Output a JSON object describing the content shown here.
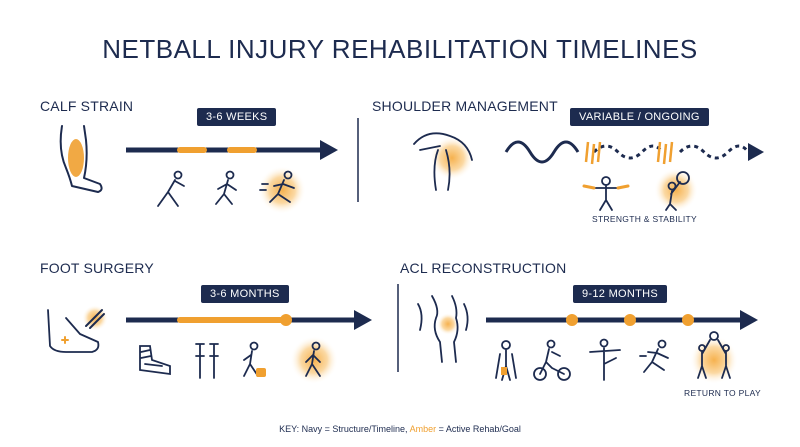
{
  "title": "NETBALL INJURY REHABILITATION TIMELINES",
  "colors": {
    "navy": "#1d2b4f",
    "amber": "#f0a030",
    "amber_glow": "#fbd9a4"
  },
  "sections": {
    "calf": {
      "title": "CALF STRAIN",
      "duration": "3-6 WEEKS",
      "icons": [
        "calf-leg-icon",
        "stretching-figure-icon",
        "running-figure-icon",
        "sprinting-figure-icon"
      ]
    },
    "shoulder": {
      "title": "SHOULDER MANAGEMENT",
      "duration": "VARIABLE / ONGOING",
      "caption": "STRENGTH & STABILITY",
      "icons": [
        "shoulder-joint-icon",
        "resistance-band-figure-icon",
        "ball-throwing-figure-icon"
      ]
    },
    "foot": {
      "title": "FOOT SURGERY",
      "duration": "3-6 MONTHS",
      "icons": [
        "foot-screw-icon",
        "foot-cast-icon",
        "crutches-icon",
        "walking-boot-figure-icon",
        "walking-figure-icon"
      ]
    },
    "acl": {
      "title": "ACL RECONSTRUCTION",
      "duration": "9-12 MONTHS",
      "caption": "RETURN TO PLAY",
      "icons": [
        "knee-joint-icon",
        "brace-figure-icon",
        "exercise-bike-icon",
        "balance-figure-icon",
        "agility-run-icon",
        "netball-players-icon"
      ]
    }
  },
  "key": {
    "prefix": "KEY: Navy = Structure/Timeline, ",
    "amber_word": "Amber",
    "suffix": " = Active Rehab/Goal"
  }
}
